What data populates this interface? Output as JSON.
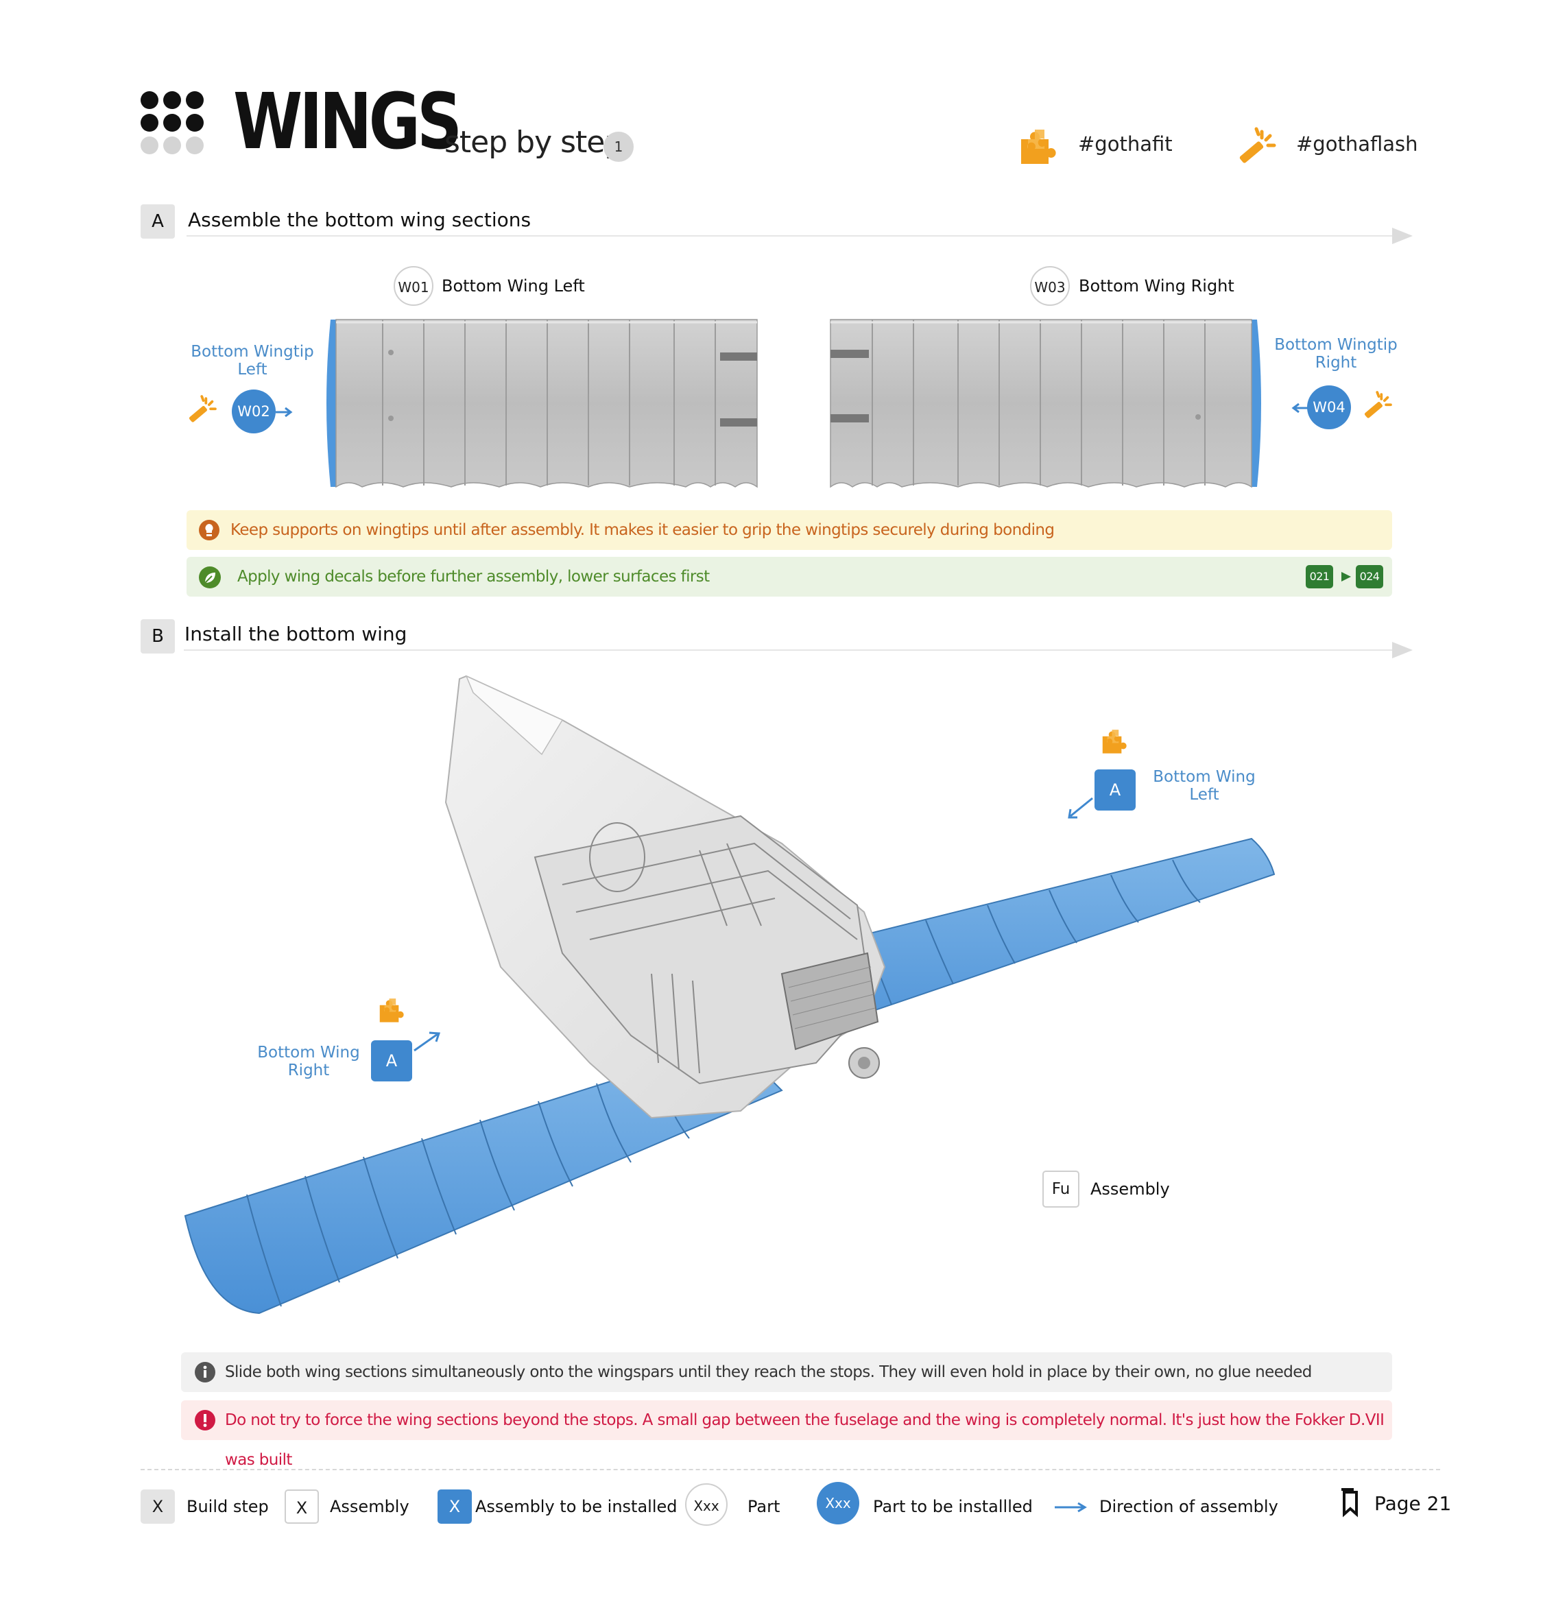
{
  "header": {
    "title": "WINGS",
    "subtitle": "step by step",
    "step_number": "1",
    "hashtag_fit": "#gothafit",
    "hashtag_flash": "#gothaflash"
  },
  "section_a": {
    "letter": "A",
    "title": "Assemble the bottom wing sections",
    "parts": [
      {
        "code": "W01",
        "label": "Bottom Wing Left"
      },
      {
        "code": "W03",
        "label": "Bottom Wing Right"
      }
    ],
    "wingtip_left": {
      "code": "W02",
      "label_line1": "Bottom Wingtip",
      "label_line2": "Left"
    },
    "wingtip_right": {
      "code": "W04",
      "label_line1": "Bottom Wingtip",
      "label_line2": "Right"
    },
    "tip_note": "Keep supports on wingtips until after assembly. It makes it easier to grip the wingtips securely during bonding",
    "decal_note": "Apply wing decals before further assembly, lower surfaces first",
    "decal_from": "021",
    "decal_to": "024"
  },
  "section_b": {
    "letter": "B",
    "title": "Install the bottom wing",
    "left_wing": {
      "code": "A",
      "label_line1": "Bottom Wing",
      "label_line2": "Left"
    },
    "right_wing": {
      "code": "A",
      "label_line1": "Bottom Wing",
      "label_line2": "Right"
    },
    "fuselage": {
      "code": "Fu",
      "label": "Assembly"
    },
    "info_note": "Slide both wing sections simultaneously onto the wingspars until they reach the stops. They will even hold in place by their own, no glue needed",
    "warning_note": "Do not try to force the wing sections beyond the stops. A small gap between the fuselage and the wing is completely normal. It's just how the Fokker D.VII was built"
  },
  "legend": {
    "build_step_sym": "X",
    "build_step": "Build step",
    "assembly_sym": "X",
    "assembly": "Assembly",
    "assembly_install_sym": "X",
    "assembly_install": "Assembly to be installed",
    "part_sym": "Xxx",
    "part": "Part",
    "part_install_sym": "Xxx",
    "part_install": "Part to be installled",
    "direction": "Direction of assembly",
    "page": "Page 21"
  },
  "colors": {
    "accent_blue": "#3f88cf",
    "wing_blue": "#6aa9e2",
    "orange": "#f2a01e",
    "tip_bg": "#fcf6d5",
    "tip_text": "#c8641e",
    "decal_bg": "#eaf3e3",
    "decal_text": "#4e8b2a",
    "info_bg": "#f1f1f1",
    "warn_bg": "#fdeceb",
    "warn_text": "#d01a44"
  }
}
